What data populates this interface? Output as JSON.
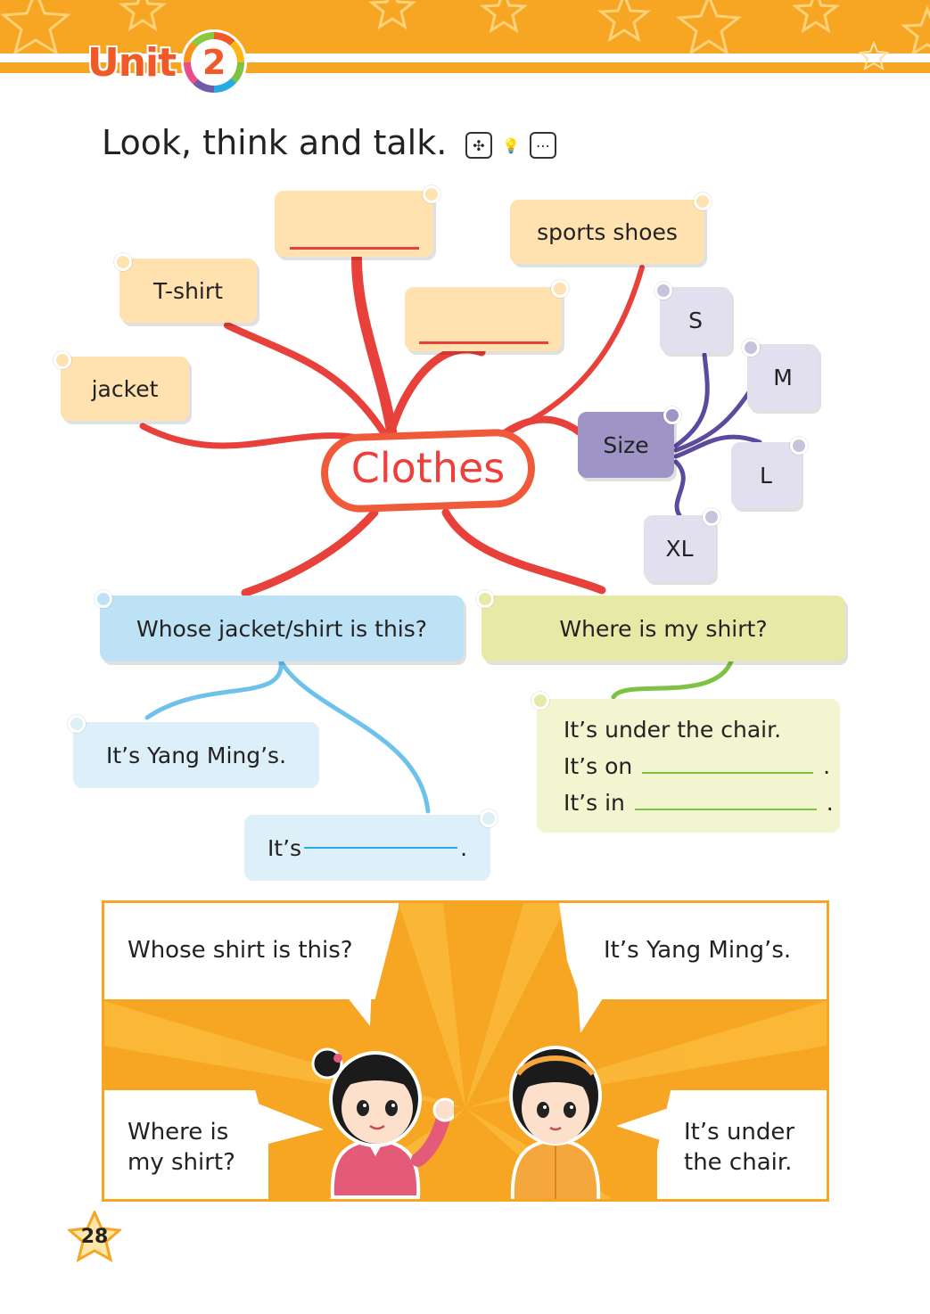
{
  "header": {
    "unit_label": "Unit",
    "unit_number": "2",
    "accent_color": "#F6A623"
  },
  "title": "Look, think and talk.",
  "title_icons": [
    "network-icon",
    "lightbulb-icon",
    "chat-icon"
  ],
  "mindmap": {
    "center": "Clothes",
    "items": {
      "tshirt": "T-shirt",
      "jacket": "jacket",
      "sports_shoes": "sports shoes",
      "size": "Size",
      "s": "S",
      "m": "M",
      "l": "L",
      "xl": "XL"
    },
    "questions": {
      "whose": "Whose jacket/shirt is this?",
      "where": "Where is my shirt?"
    },
    "answers": {
      "yang_ming": "It’s Yang Ming’s.",
      "its_prefix": "It’s",
      "dot": ".",
      "under_chair": "It’s under the chair.",
      "on_prefix": "It’s on",
      "in_prefix": "It’s in"
    }
  },
  "dialogue": {
    "q1": "Whose shirt is this?",
    "a1": "It’s Yang Ming’s.",
    "q2_line1": "Where is",
    "q2_line2": "my shirt?",
    "a2_line1": "It’s under",
    "a2_line2": "the chair."
  },
  "page_number": "28",
  "colors": {
    "branch_red": "#E8403A",
    "branch_purple": "#5B4A9E",
    "branch_blue": "#6EC1EA",
    "branch_green": "#7DC242"
  }
}
